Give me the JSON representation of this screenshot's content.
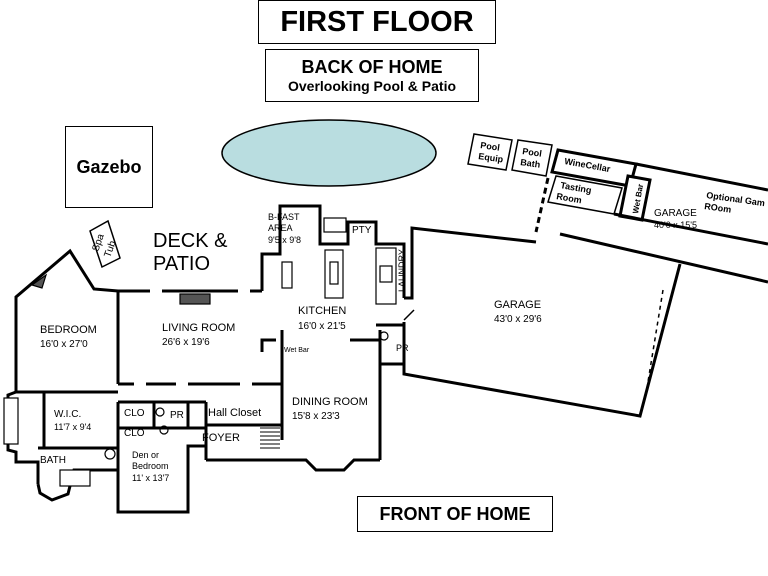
{
  "titles": {
    "first_floor": "FIRST FLOOR",
    "back_line1": "BACK OF HOME",
    "back_line2": "Overlooking Pool & Patio",
    "front": "FRONT OF HOME"
  },
  "outdoor": {
    "gazebo": "Gazebo",
    "spa_line1": "Spa",
    "spa_line2": "Tub",
    "deck_line1": "DECK &",
    "deck_line2": "PATIO"
  },
  "rooms": {
    "bedroom": {
      "name": "BEDROOM",
      "size": "16'0 x 27'0"
    },
    "living": {
      "name": "LIVING ROOM",
      "size": "26'6 x 19'6"
    },
    "bfast": {
      "name1": "B-FAST",
      "name2": "AREA",
      "size": "9'5 x 9'8"
    },
    "pty": {
      "name": "PTY"
    },
    "kitchen": {
      "name": "KITCHEN",
      "size": "16'0 x 21'5"
    },
    "laundry": {
      "name": "LAUNDRY"
    },
    "wetbar_small": {
      "name": "Wet Bar"
    },
    "pr_kitchen": {
      "name": "PR"
    },
    "garage_main": {
      "name": "GARAGE",
      "size": "43'0 x 29'6"
    },
    "wic": {
      "name": "W.I.C.",
      "size": "11'7 x 9'4"
    },
    "clo1": {
      "name": "CLO"
    },
    "clo2": {
      "name": "CLO"
    },
    "pr_hall": {
      "name": "PR"
    },
    "hall_closet": {
      "name": "Hall Closet"
    },
    "foyer": {
      "name": "FOYER"
    },
    "dining": {
      "name": "DINING ROOM",
      "size": "15'8 x 23'3"
    },
    "den": {
      "name1": "Den or",
      "name2": "Bedroom",
      "size": "11' x 13'7"
    },
    "bath": {
      "name": "BATH"
    },
    "pool_equip": {
      "name1": "Pool",
      "name2": "Equip"
    },
    "pool_bath": {
      "name1": "Pool",
      "name2": "Bath"
    },
    "winecellar": {
      "name": "WineCellar"
    },
    "tasting": {
      "name1": "Tasting",
      "name2": "Room"
    },
    "wetbar_garage": {
      "name": "Wet Bar"
    },
    "garage_rear": {
      "name": "GARAGE",
      "size": "40'0 x 15'5"
    },
    "optional_game": {
      "name1": "Optional Gam",
      "name2": "ROom"
    }
  },
  "colors": {
    "pool_fill": "#b9dde0",
    "wall": "#000000",
    "background": "#ffffff"
  }
}
